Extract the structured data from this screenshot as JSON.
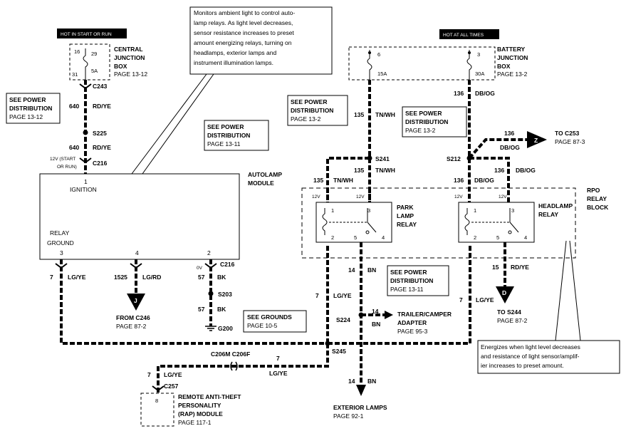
{
  "hot_start_run": "HOT IN START OR RUN",
  "hot_all_times": "HOT AT ALL TIMES",
  "ambient_note": [
    "Monitors ambient light to control auto-",
    "lamp relays. As light level decreases,",
    "sensor resistance increases to preset",
    "amount energizing relays, turning on",
    "headlamps, exterior lamps and",
    "instrument illumination lamps."
  ],
  "energizes_note": [
    "Energizes when light level decreases",
    "and resistance of light sensor/amplif-",
    "ier increases to preset amount."
  ],
  "cjb": {
    "title": "CENTRAL",
    "title2": "JUNCTION",
    "title3": "BOX",
    "page": "PAGE 13-12",
    "pin_a": "16",
    "pin_b": "31",
    "fuse": "29",
    "rating": "5A"
  },
  "bjb": {
    "title": "BATTERY",
    "title2": "JUNCTION",
    "title3": "BOX",
    "page": "PAGE 13-2",
    "pin6": "6",
    "fuse6": "15A",
    "pin3": "3",
    "fuse3": "30A"
  },
  "see_power": "SEE POWER",
  "distribution": "DISTRIBUTION",
  "see_grounds": "SEE GROUNDS",
  "pages": {
    "p13_12": "PAGE 13-12",
    "p13_11": "PAGE 13-11",
    "p13_2": "PAGE 13-2",
    "p10_5": "PAGE 10-5",
    "p87_2": "PAGE 87-2",
    "p87_3": "PAGE 87-3",
    "p95_3": "PAGE 95-3",
    "p92_1": "PAGE 92-1",
    "p117_1": "PAGE  117-1"
  },
  "connectors": {
    "c243": "C243",
    "s225": "S225",
    "c216": "C216",
    "s203": "S203",
    "g200": "G200",
    "s241": "S241",
    "s212": "S212",
    "s224": "S224",
    "s245": "S245",
    "c206": "C206M C206F",
    "c257": "C257"
  },
  "circuits": {
    "c640": "640",
    "c7": "7",
    "c1525": "1525",
    "c57": "57",
    "c135": "135",
    "c136": "136",
    "c14": "14",
    "c15": "15"
  },
  "colors": {
    "rdye": "RD/YE",
    "lgye": "LG/YE",
    "lgrd": "LG/RD",
    "bk": "BK",
    "tnwh": "TN/WH",
    "dbog": "DB/OG",
    "bn": "BN"
  },
  "autolamp": {
    "title": "AUTOLAMP",
    "title2": "MODULE",
    "ignition": "IGNITION",
    "relay": "RELAY",
    "ground": "GROUND",
    "pin1": "1",
    "pin2": "2",
    "pin3": "3",
    "pin4": "4",
    "v12": "12V (START",
    "v12b": "OR RUN)",
    "v0": "0V"
  },
  "park_relay": {
    "l1": "PARK",
    "l2": "LAMP",
    "l3": "RELAY"
  },
  "head_relay": {
    "l1": "HEADLAMP",
    "l2": "RELAY"
  },
  "rpo": {
    "l1": "RPO",
    "l2": "RELAY",
    "l3": "BLOCK"
  },
  "relay_pins": {
    "p1": "1",
    "p2": "2",
    "p3": "3",
    "p4": "4",
    "p5": "5",
    "v12": "12V"
  },
  "to_c253": "TO C253",
  "to_s244": "TO S244",
  "from_c246": "FROM C246",
  "trailer": "TRAILER/CAMPER",
  "adapter": "ADAPTER",
  "exterior": "EXTERIOR LAMPS",
  "rap": {
    "l1": "REMOTE ANTI-THEFT",
    "l2": "PERSONALITY",
    "l3": "(RAP) MODULE",
    "pin": "8"
  },
  "arrow_labels": {
    "z": "Z",
    "j": "J",
    "d": "D"
  }
}
